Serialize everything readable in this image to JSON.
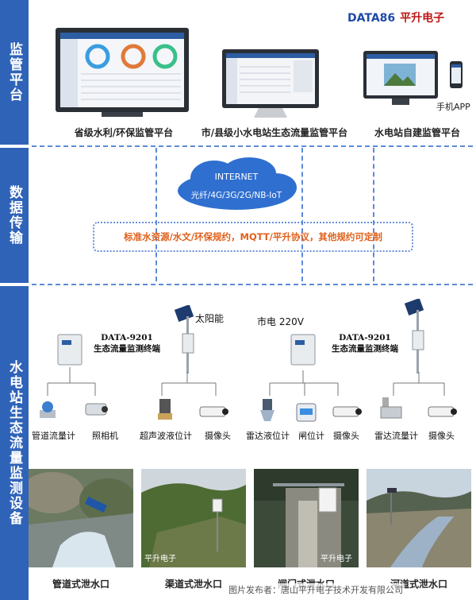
{
  "brand": {
    "logo": "DATA86",
    "name": "平升电子"
  },
  "sections": {
    "platform": "监管平台",
    "transmission": "数据传输",
    "equipment": "水电站生态流量监测设备"
  },
  "platforms": [
    {
      "label": "省级水利/环保监管平台"
    },
    {
      "label": "市/县级小水电站生态流量监管平台"
    },
    {
      "label": "水电站自建监管平台"
    }
  ],
  "mobile_app": "手机APP",
  "network": {
    "line1": "INTERNET",
    "line2": "光纤/4G/3G/2G/NB-IoT"
  },
  "protocols": "标准水资源/水文/环保规约，MQTT/平升协议，其他规约可定制",
  "terminals": [
    {
      "model": "DATA-9201",
      "name": "生态流量监测终端"
    },
    {
      "model": "DATA-9201",
      "name": "生态流量监测终端"
    }
  ],
  "power": {
    "solar": "太阳能",
    "grid": "市电 220V"
  },
  "devices": [
    {
      "label": "管道流量计"
    },
    {
      "label": "照相机"
    },
    {
      "label": "超声波液位计"
    },
    {
      "label": "摄像头"
    },
    {
      "label": "雷达液位计"
    },
    {
      "label": "闸位计"
    },
    {
      "label": "摄像头"
    },
    {
      "label": "雷达流量计"
    },
    {
      "label": "摄像头"
    }
  ],
  "outlets": [
    {
      "caption": "管道式泄水口"
    },
    {
      "caption": "渠道式泄水口"
    },
    {
      "caption": "闸门式泄水口"
    },
    {
      "caption": "河道式泄水口"
    }
  ],
  "watermarks": {
    "photo": "平升电子",
    "footer": "图片发布者：唐山平升电子技术开发有限公司"
  },
  "colors": {
    "side": "#2f63b8",
    "accent": "#e0601a",
    "brand_red": "#c01818",
    "dash": "#5b8bd8"
  }
}
